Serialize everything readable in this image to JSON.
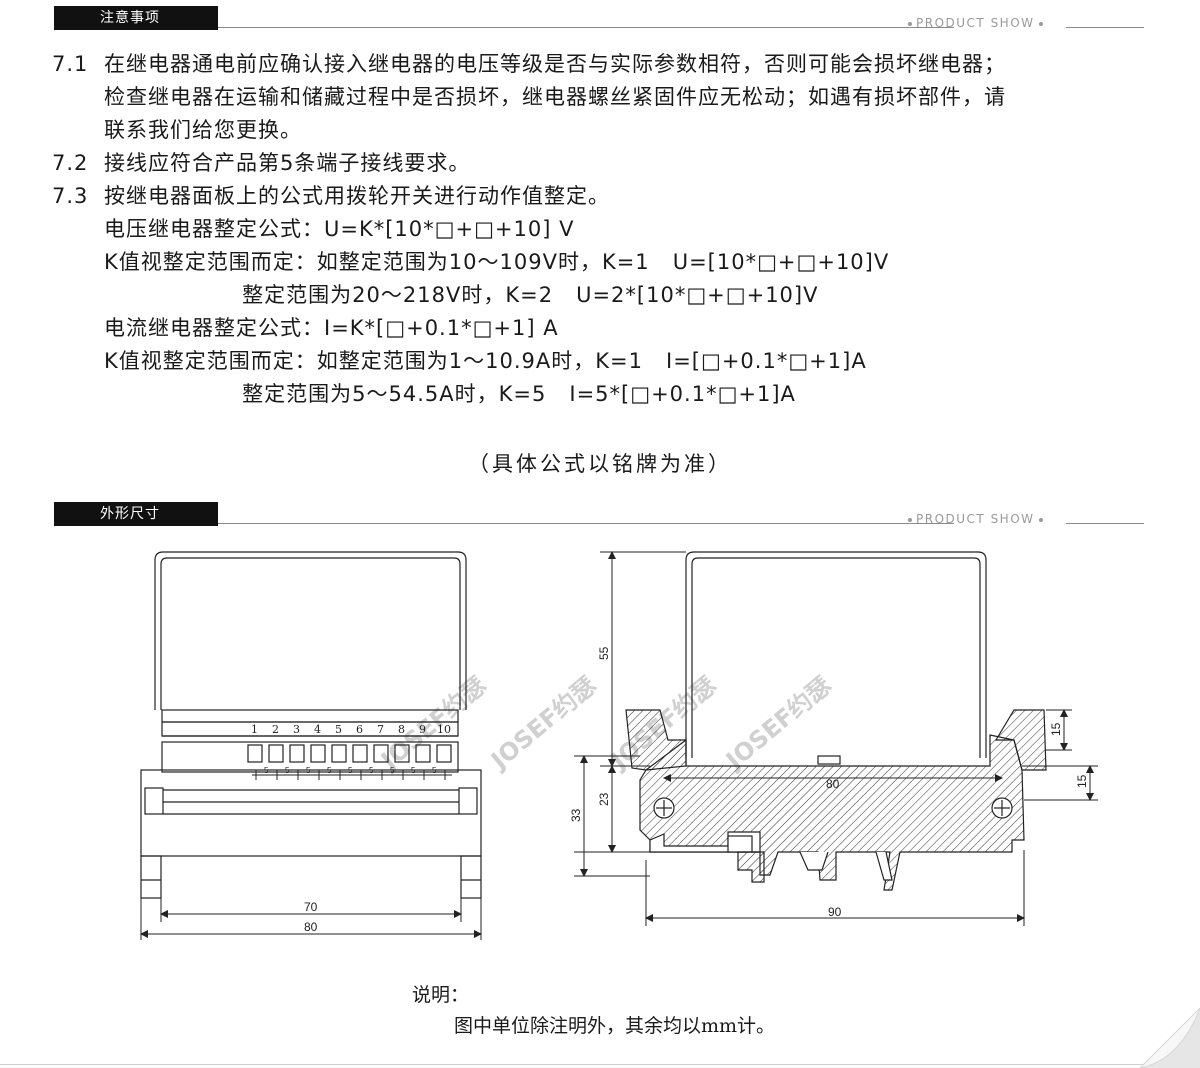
{
  "section1": {
    "title": "注意事项",
    "product_show": "PRODUCT SHOW"
  },
  "items": [
    {
      "num": "7.1",
      "lines": [
        "在继电器通电前应确认接入继电器的电压等级是否与实际参数相符，否则可能会损坏继电器；",
        "检查继电器在运输和储藏过程中是否损坏，继电器螺丝紧固件应无松动；如遇有损坏部件，请",
        "联系我们给您更换。"
      ]
    },
    {
      "num": "7.2",
      "lines": [
        "接线应符合产品第5条端子接线要求。"
      ]
    },
    {
      "num": "7.3",
      "lines": [
        "按继电器面板上的公式用拨轮开关进行动作值整定。"
      ]
    }
  ],
  "formulas": [
    "电压继电器整定公式：U=K*[10*□+□+10] V",
    "K值视整定范围而定：如整定范围为10～109V时，K=1   U=[10*□+□+10]V",
    "                  整定范围为20～218V时，K=2   U=2*[10*□+□+10]V",
    "电流继电器整定公式：I=K*[□+0.1*□+1] A",
    "K值视整定范围而定：如整定范围为1～10.9A时，K=1   I=[□+0.1*□+1]A",
    "                  整定范围为5～54.5A时，K=5   I=5*[□+0.1*□+1]A"
  ],
  "formula_note": "（具体公式以铭牌为准）",
  "section2": {
    "title": "外形尺寸",
    "product_show": "PRODUCT SHOW"
  },
  "drawing": {
    "watermark": "JOSEF约瑟",
    "terminal_numbers": [
      "1",
      "2",
      "3",
      "4",
      "5",
      "6",
      "7",
      "8",
      "9",
      "10"
    ],
    "dial_scale_label": "5",
    "front_dims": {
      "inner_width": "70",
      "outer_width": "80"
    },
    "side_dims": {
      "height_cover": "55",
      "height_base": "23",
      "height_total": "33",
      "depth": "90",
      "screw_span": "80",
      "clip_height_a": "15",
      "clip_height_b": "15"
    }
  },
  "notes": {
    "title": "说明：",
    "body": "图中单位除注明外，其余均以mm计。"
  }
}
